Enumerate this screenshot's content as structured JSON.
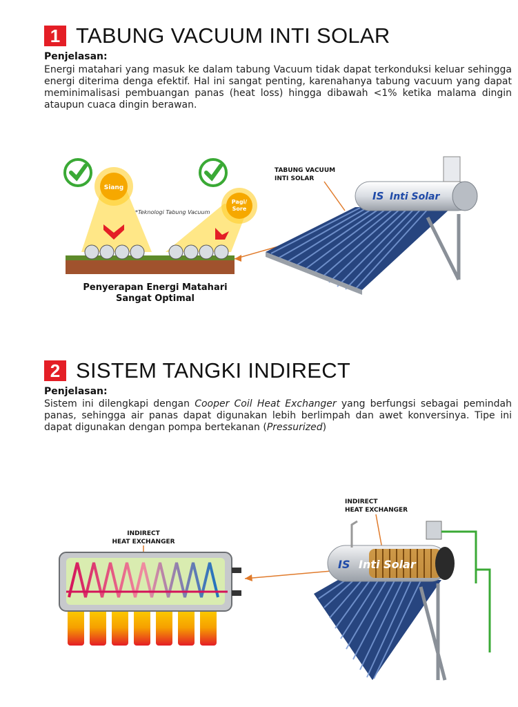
{
  "section1": {
    "number": "1",
    "title": "TABUNG VACUUM INTI SOLAR",
    "label": "Penjelasan:",
    "text": "Energi matahari yang masuk ke dalam tabung Vacuum tidak dapat terkonduksi keluar sehingga energi diterima denga efektif. Hal ini sangat penting, karenahanya tabung vacuum yang dapat meminimalisasi pembuangan panas (heat loss) hingga dibawah <1% ketika malama dingin ataupun cuaca dingin berawan.",
    "diagram": {
      "sun1_label": "Siang",
      "sun2_label": "Pagi/\nSore",
      "tech_note": "*Teknologi Tabung Vacuum",
      "caption_line1": "Penyerapan Energi Matahari",
      "caption_line2": "Sangat Optimal",
      "callout_line1": "TABUNG VACUUM",
      "callout_line2": "INTI SOLAR",
      "brand": "IS",
      "brand_name": "Inti Solar"
    }
  },
  "section2": {
    "number": "2",
    "title": "SISTEM TANGKI INDIRECT",
    "label": "Penjelasan:",
    "text_a": "Sistem ini dilengkapi dengan ",
    "text_em1": "Cooper Coil Heat Exchanger",
    "text_b": " yang berfungsi sebagai pemindah panas, sehingga air panas dapat digunakan lebih berlimpah dan awet konversinya. Tipe ini dapat digunakan dengan pompa bertekanan (",
    "text_em2": "Pressurized",
    "text_c": ")",
    "diagram": {
      "left_callout_line1": "INDIRECT",
      "left_callout_line2": "HEAT EXCHANGER",
      "right_callout_line1": "INDIRECT",
      "right_callout_line2": "HEAT EXCHANGER",
      "brand": "IS",
      "brand_name": "Inti Solar"
    }
  },
  "colors": {
    "accent": "#e41e26",
    "check_green": "#3aa935",
    "sun": "#f6a800",
    "tube_blue": "#1f3d7a"
  }
}
